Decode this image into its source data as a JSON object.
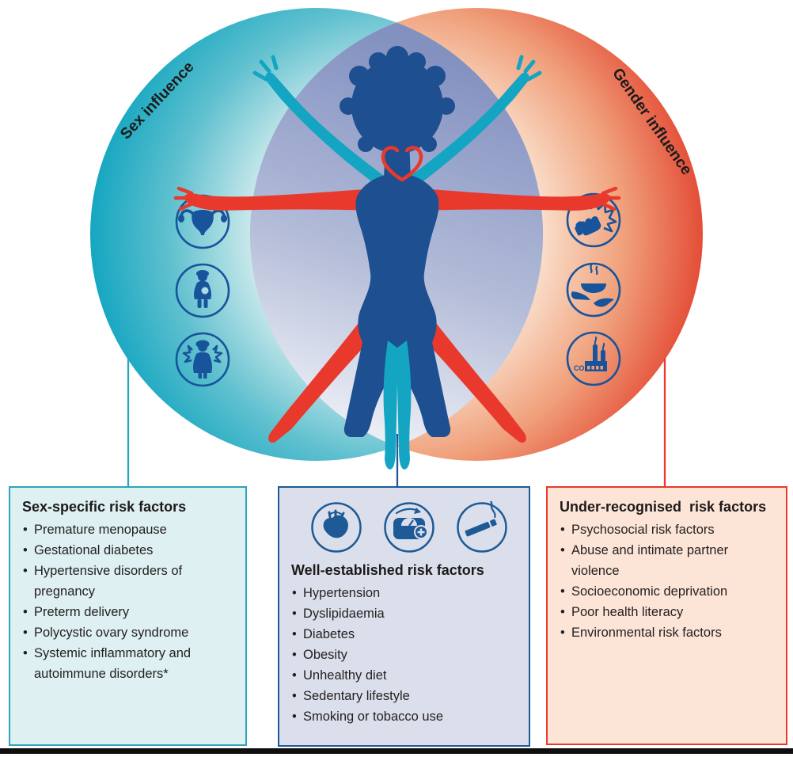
{
  "venn": {
    "left_label": "Sex influence",
    "right_label": "Gender influence",
    "left_icons": [
      "uterus-icon",
      "pregnant-woman-icon",
      "menopause-hot-flush-icon"
    ],
    "right_icons": [
      "violence-fist-icon",
      "food-insecurity-hands-icon",
      "co2-pollution-factory-icon"
    ],
    "center_figure": "woman-vitruvian-figure with heart outline on chest"
  },
  "boxes": {
    "sex_specific": {
      "title": "Sex-specific risk factors",
      "items": [
        "Premature menopause",
        "Gestational diabetes",
        "Hypertensive disorders of pregnancy",
        "Preterm delivery",
        "Polycystic ovary syndrome",
        "Systemic inflammatory and autoimmune disorders*"
      ]
    },
    "well_established": {
      "title": "Well-established risk factors",
      "icons": [
        "anatomical-heart-icon",
        "weight-scale-icon",
        "cigarette-icon"
      ],
      "items": [
        "Hypertension",
        "Dyslipidaemia",
        "Diabetes",
        "Obesity",
        "Unhealthy diet",
        "Sedentary lifestyle",
        "Smoking or tobacco use"
      ]
    },
    "under_recognised": {
      "title": "Under-recognised  risk factors",
      "items": [
        "Psychosocial risk factors",
        "Abuse and intimate partner violence",
        "Socioeconomic deprivation",
        "Poor health literacy",
        "Environmental risk factors"
      ]
    }
  },
  "colors": {
    "sex_circle_teal": "#0ea4bf",
    "gender_circle_red": "#e2432f",
    "overlap_blue": "#8391c1",
    "figure_navy": "#1d4f91",
    "limb_teal": "#14a5c3",
    "limb_red": "#e8392c",
    "icon_navy": "#17549b",
    "box_teal_bg": "#def0f1",
    "box_teal_border": "#2aa6ba",
    "box_blue_bg": "#dbdfeb",
    "box_blue_border": "#1d5a96",
    "box_red_bg": "#fce5d7",
    "box_red_border": "#e8392c"
  }
}
